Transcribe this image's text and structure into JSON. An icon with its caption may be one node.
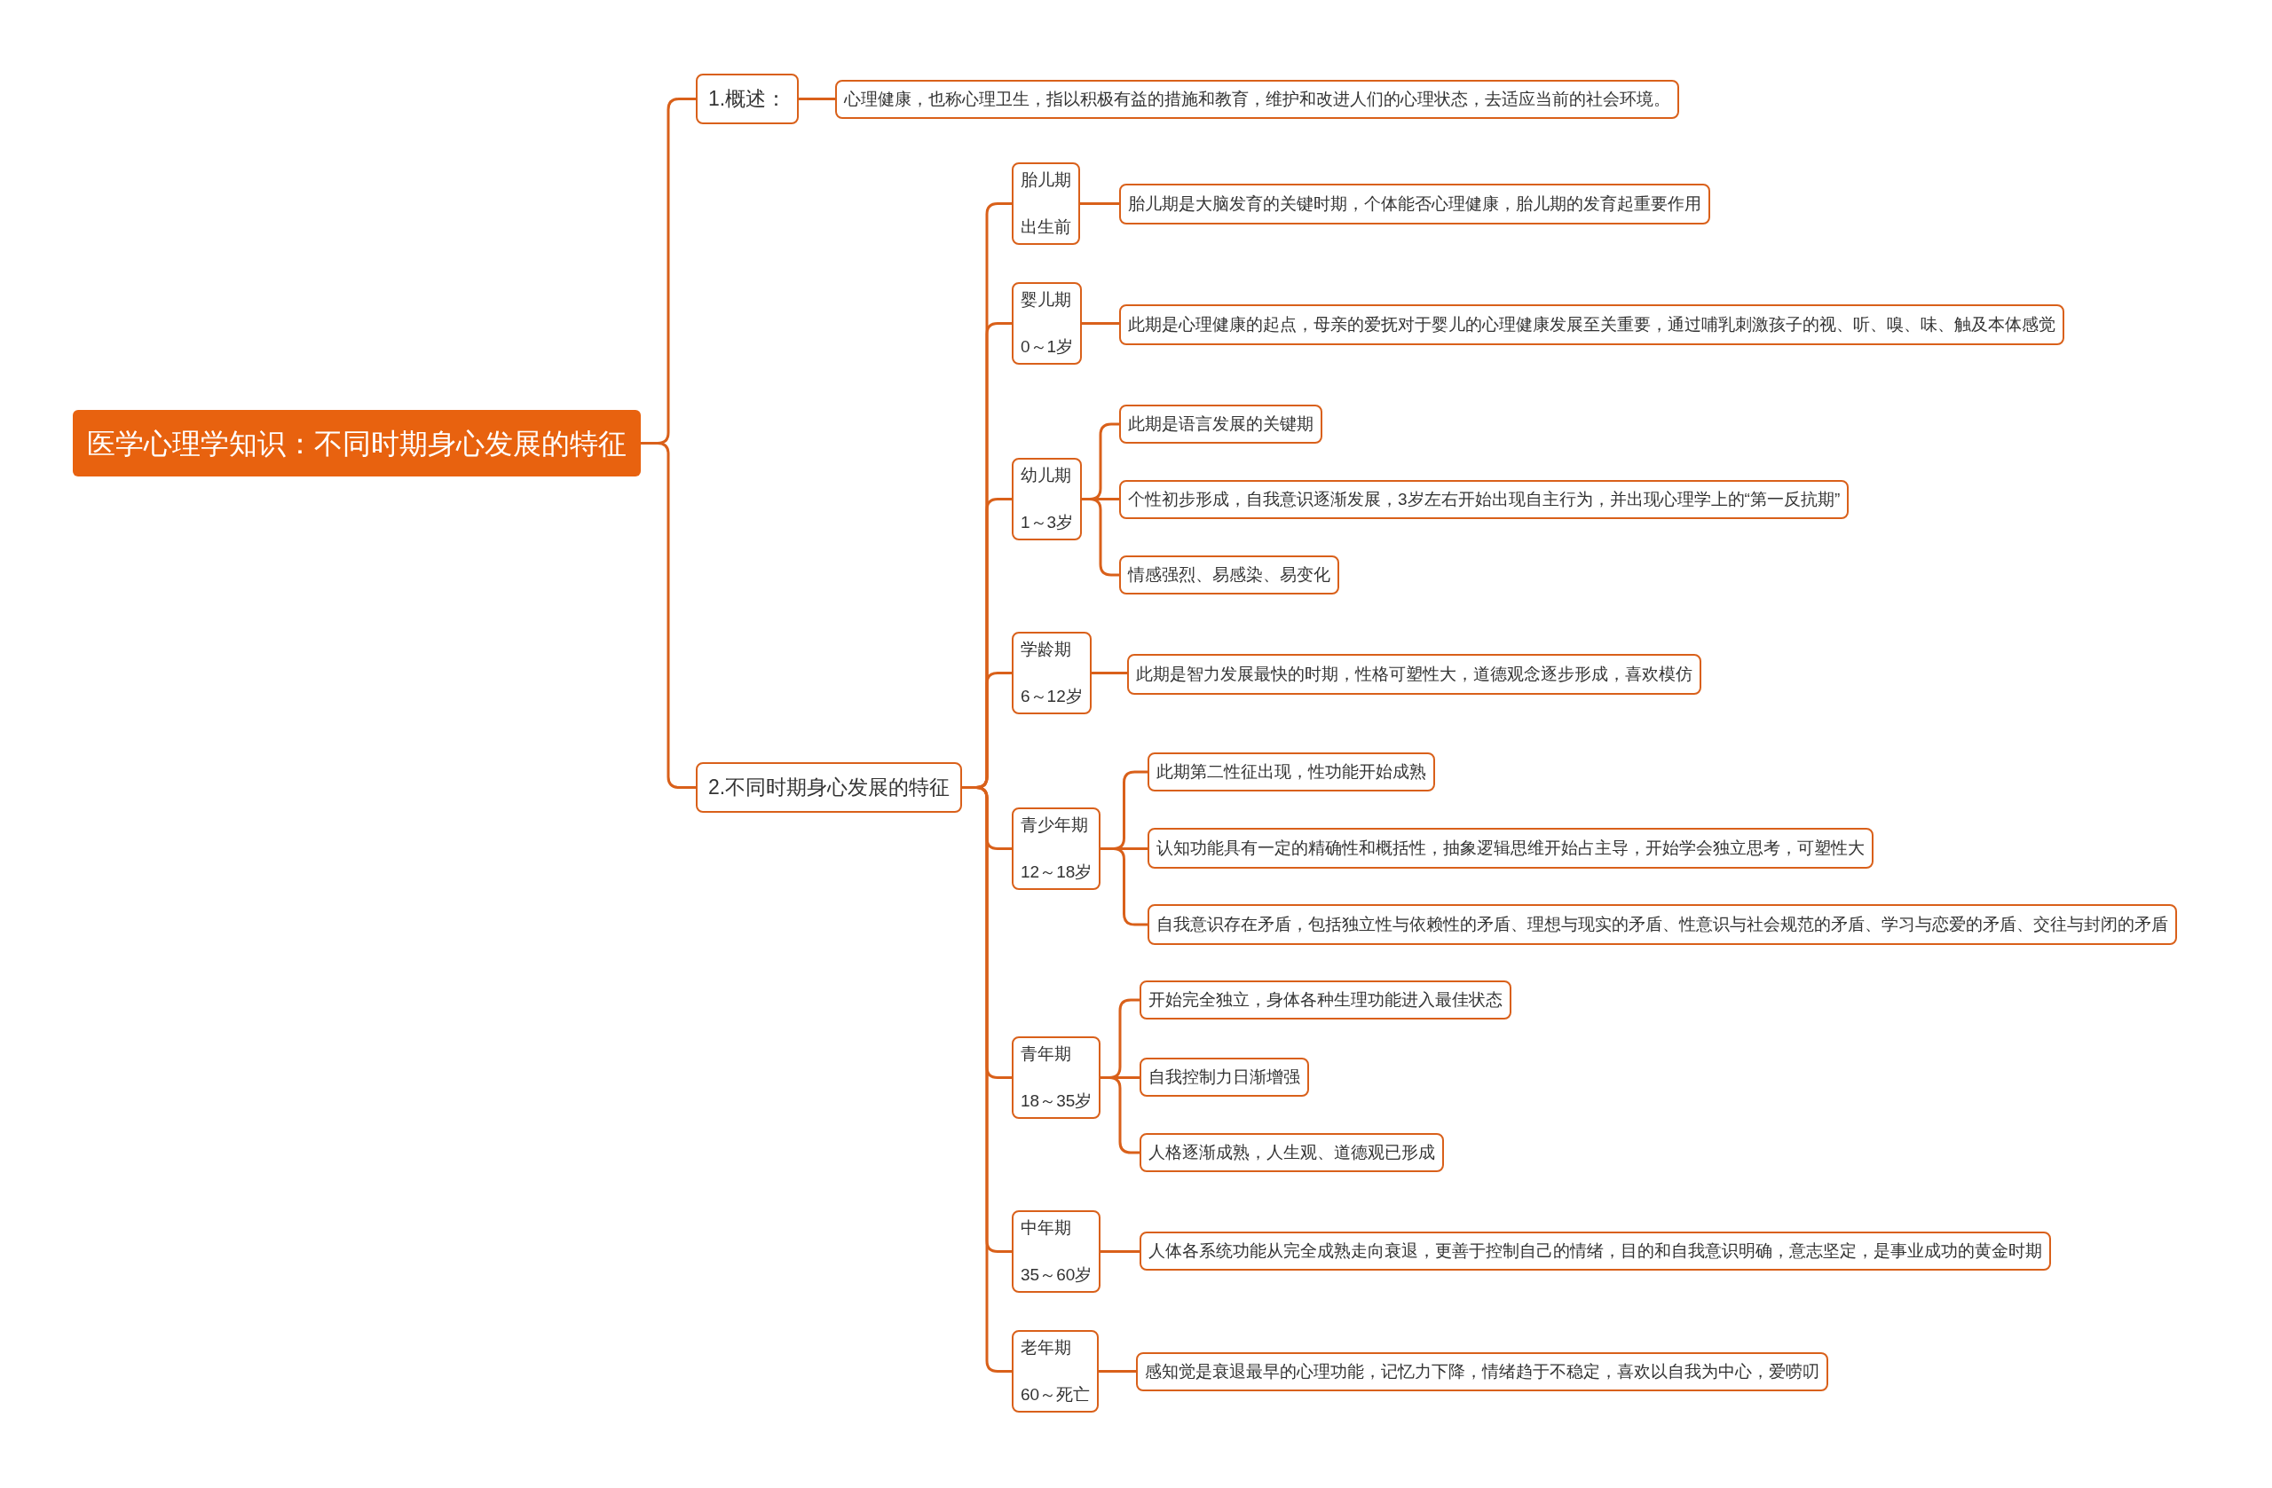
{
  "diagram": {
    "nodes": [
      {
        "text": [
          "医学心理学知识：不同时期身心发展的特征"
        ]
      },
      {
        "text": [
          "1.概述："
        ]
      },
      {
        "text": [
          "心理健康，也称心理卫生，指以积极有益的措施和教育，维护和改进人们的心理状态，去适应当前的社会环境。"
        ]
      },
      {
        "text": [
          "2.不同时期身心发展的特征"
        ]
      },
      {
        "text": [
          "胎儿期",
          "出生前"
        ]
      },
      {
        "text": [
          "胎儿期是大脑发育的关键时期，个体能否心理健康，胎儿期的发育起重要作用"
        ]
      },
      {
        "text": [
          "婴儿期",
          "0～1岁"
        ]
      },
      {
        "text": [
          "此期是心理健康的起点，母亲的爱抚对于婴儿的心理健康发展至关重要，通过哺乳刺激孩子的视、听、嗅、味、触及本体感觉"
        ]
      },
      {
        "text": [
          "幼儿期",
          "1～3岁"
        ]
      },
      {
        "text": [
          "此期是语言发展的关键期"
        ]
      },
      {
        "text": [
          "个性初步形成，自我意识逐渐发展，3岁左右开始出现自主行为，并出现心理学上的“第一反抗期”"
        ]
      },
      {
        "text": [
          "情感强烈、易感染、易变化"
        ]
      },
      {
        "text": [
          "学龄期",
          "6～12岁"
        ]
      },
      {
        "text": [
          "此期是智力发展最快的时期，性格可塑性大，道德观念逐步形成，喜欢模仿"
        ]
      },
      {
        "text": [
          "青少年期",
          "12～18岁"
        ]
      },
      {
        "text": [
          "此期第二性征出现，性功能开始成熟"
        ]
      },
      {
        "text": [
          "认知功能具有一定的精确性和概括性，抽象逻辑思维开始占主导，开始学会独立思考，可塑性大"
        ]
      },
      {
        "text": [
          "自我意识存在矛盾，包括独立性与依赖性的矛盾、理想与现实的矛盾、性意识与社会规范的矛盾、学习与恋爱的矛盾、交往与封闭的矛盾"
        ]
      },
      {
        "text": [
          "青年期",
          "18～35岁"
        ]
      },
      {
        "text": [
          "开始完全独立，身体各种生理功能进入最佳状态"
        ]
      },
      {
        "text": [
          "自我控制力日渐增强"
        ]
      },
      {
        "text": [
          "人格逐渐成熟，人生观、道德观已形成"
        ]
      },
      {
        "text": [
          "中年期",
          "35～60岁"
        ]
      },
      {
        "text": [
          "人体各系统功能从完全成熟走向衰退，更善于控制自己的情绪，目的和自我意识明确，意志坚定，是事业成功的黄金时期"
        ]
      },
      {
        "text": [
          "老年期",
          "60～死亡"
        ]
      },
      {
        "text": [
          "感知觉是衰退最早的心理功能，记忆力下降，情绪趋于不稳定，喜欢以自我为中心，爱唠叨"
        ]
      }
    ],
    "edges": [
      {
        "from": 0,
        "to": 1,
        "arrow": "none"
      },
      {
        "from": 0,
        "to": 3,
        "arrow": "none"
      },
      {
        "from": 1,
        "to": 2,
        "arrow": "none"
      },
      {
        "from": 3,
        "to": 4,
        "arrow": "none"
      },
      {
        "from": 4,
        "to": 5,
        "arrow": "none"
      },
      {
        "from": 3,
        "to": 6,
        "arrow": "none"
      },
      {
        "from": 6,
        "to": 7,
        "arrow": "none"
      },
      {
        "from": 3,
        "to": 8,
        "arrow": "none"
      },
      {
        "from": 8,
        "to": 9,
        "arrow": "none"
      },
      {
        "from": 8,
        "to": 10,
        "arrow": "none"
      },
      {
        "from": 8,
        "to": 11,
        "arrow": "none"
      },
      {
        "from": 3,
        "to": 12,
        "arrow": "none"
      },
      {
        "from": 12,
        "to": 13,
        "arrow": "none"
      },
      {
        "from": 3,
        "to": 14,
        "arrow": "none"
      },
      {
        "from": 14,
        "to": 15,
        "arrow": "none"
      },
      {
        "from": 14,
        "to": 16,
        "arrow": "none"
      },
      {
        "from": 14,
        "to": 17,
        "arrow": "none"
      },
      {
        "from": 3,
        "to": 18,
        "arrow": "none"
      },
      {
        "from": 18,
        "to": 19,
        "arrow": "none"
      },
      {
        "from": 18,
        "to": 20,
        "arrow": "none"
      },
      {
        "from": 18,
        "to": 21,
        "arrow": "none"
      },
      {
        "from": 3,
        "to": 22,
        "arrow": "none"
      },
      {
        "from": 22,
        "to": 23,
        "arrow": "none"
      },
      {
        "from": 3,
        "to": 24,
        "arrow": "none"
      },
      {
        "from": 24,
        "to": 25,
        "arrow": "none"
      }
    ]
  }
}
